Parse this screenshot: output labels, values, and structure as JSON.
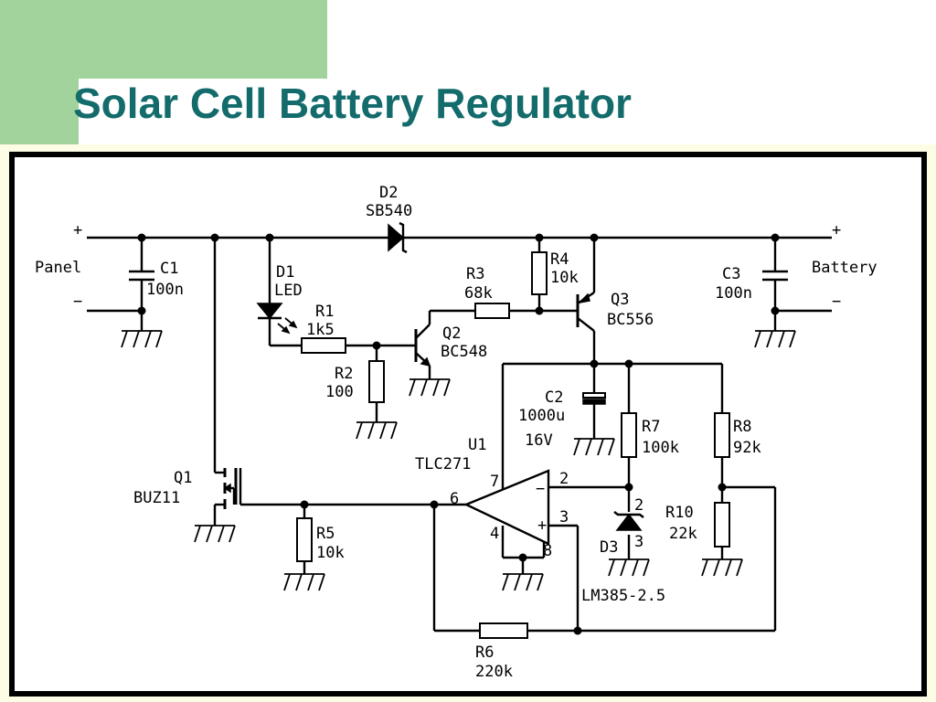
{
  "slide": {
    "title": "Solar Cell Battery Regulator",
    "accent_color": "#136b6b",
    "green_color": "#a2d39c"
  },
  "labels": {
    "plus": "+",
    "minus": "−",
    "panel": "Panel",
    "battery": "Battery"
  },
  "components": {
    "d2": {
      "ref": "D2",
      "value": "SB540"
    },
    "c1": {
      "ref": "C1",
      "value": "100n"
    },
    "d1": {
      "ref": "D1",
      "value": "LED"
    },
    "r1": {
      "ref": "R1",
      "value": "1k5"
    },
    "r2": {
      "ref": "R2",
      "value": "100"
    },
    "q2": {
      "ref": "Q2",
      "value": "BC548"
    },
    "r3": {
      "ref": "R3",
      "value": "68k"
    },
    "r4": {
      "ref": "R4",
      "value": "10k"
    },
    "q3": {
      "ref": "Q3",
      "value": "BC556"
    },
    "c3": {
      "ref": "C3",
      "value": "100n"
    },
    "c2": {
      "ref": "C2",
      "value": "1000u",
      "voltage": "16V"
    },
    "r7": {
      "ref": "R7",
      "value": "100k"
    },
    "r8": {
      "ref": "R8",
      "value": "92k"
    },
    "u1": {
      "ref": "U1",
      "value": "TLC271"
    },
    "q1": {
      "ref": "Q1",
      "value": "BUZ11"
    },
    "r5": {
      "ref": "R5",
      "value": "10k"
    },
    "r10": {
      "ref": "R10",
      "value": "22k"
    },
    "d3": {
      "ref": "D3",
      "value": "LM385-2.5"
    },
    "r6": {
      "ref": "R6",
      "value": "220k"
    }
  },
  "pins": {
    "u1_in_minus": "2",
    "u1_in_plus": "3",
    "u1_out": "6",
    "u1_vcc": "7",
    "u1_gnd": "4",
    "u1_bias": "8",
    "d3_top": "2",
    "d3_bottom": "3",
    "opamp_minus": "−",
    "opamp_plus": "+"
  }
}
